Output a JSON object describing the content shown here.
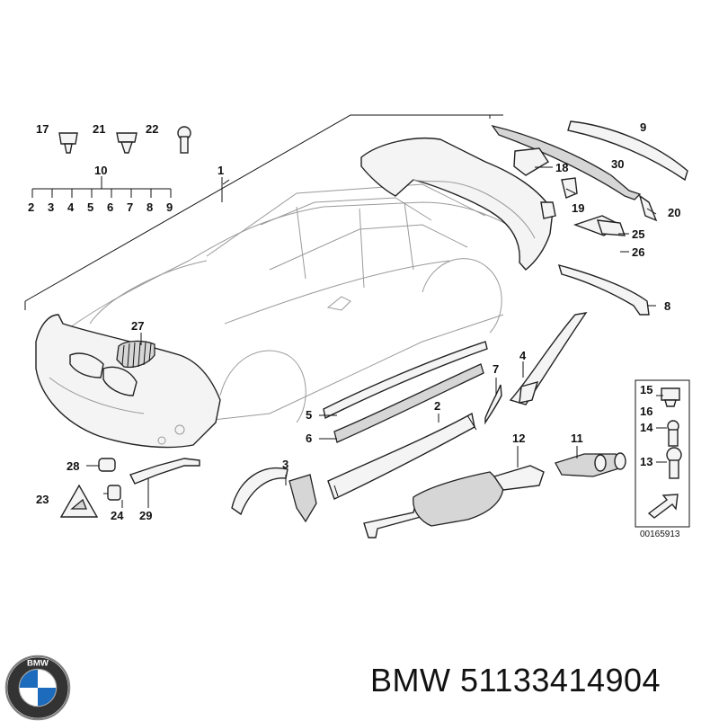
{
  "diagram": {
    "callouts": {
      "c1": "1",
      "c2": "2",
      "c3": "3",
      "c4": "4",
      "c5": "5",
      "c6": "6",
      "c7": "7",
      "c8": "8",
      "c9": "9",
      "c10": "10",
      "c11": "11",
      "c12": "12",
      "c13": "13",
      "c14": "14",
      "c15": "15",
      "c16": "16",
      "c17": "17",
      "c18": "18",
      "c19": "19",
      "c20": "20",
      "c21": "21",
      "c22": "22",
      "c23": "23",
      "c24": "24",
      "c25": "25",
      "c26": "26",
      "c27": "27",
      "c28": "28",
      "c29": "29",
      "c30": "30"
    },
    "sub_callouts": {
      "s2": "2",
      "s3": "3",
      "s4": "4",
      "s5": "5",
      "s6": "6",
      "s7": "7",
      "s8": "8",
      "s9": "9"
    },
    "drawing_number": "00165913"
  },
  "logo": {
    "letters": "BMW"
  },
  "caption": {
    "brand": "BMW",
    "part_number": "51133414904"
  }
}
